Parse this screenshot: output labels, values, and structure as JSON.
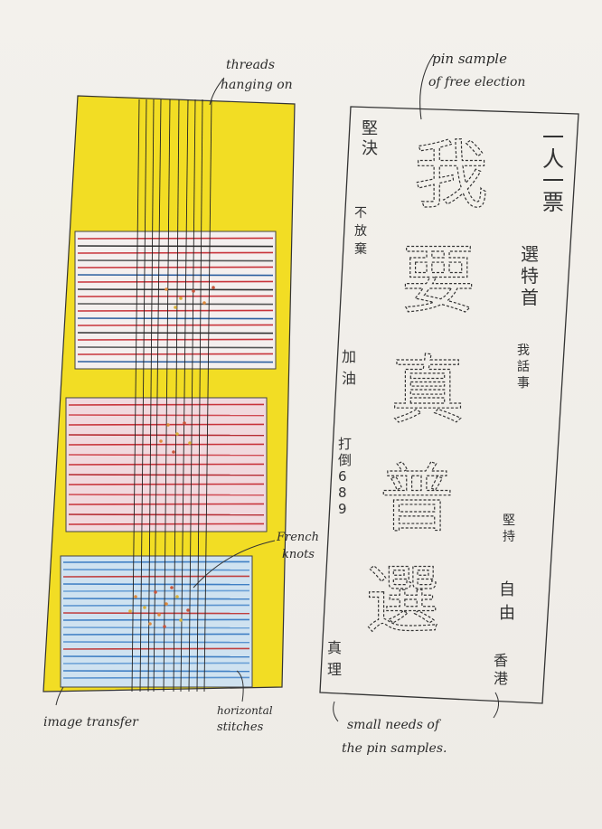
{
  "annotations": {
    "threads": [
      "threads",
      "hanging on"
    ],
    "pin_sample": [
      "pin sample",
      "of free election"
    ],
    "french_knots": [
      "French",
      "knots"
    ],
    "image_transfer": "image transfer",
    "horizontal_stitches": [
      "horizontal",
      "stitches"
    ],
    "small_needs": [
      "small needs of",
      "the pin samples."
    ]
  },
  "banner": {
    "main_chars": [
      "我",
      "要",
      "真",
      "普",
      "選"
    ],
    "right_top": [
      "一",
      "人",
      "一",
      "票"
    ],
    "right_mid1": [
      "選",
      "特",
      "首"
    ],
    "right_mid2": [
      "我",
      "話",
      "事"
    ],
    "right_low1": [
      "堅",
      "持"
    ],
    "right_low2": [
      "自",
      "由"
    ],
    "right_bottom": [
      "香",
      "港"
    ],
    "left_top": [
      "堅",
      "決"
    ],
    "left_mid1": [
      "不",
      "放",
      "棄"
    ],
    "left_mid2": [
      "加",
      "油"
    ],
    "left_mid3": [
      "打",
      "倒",
      "6",
      "8",
      "9"
    ],
    "left_bottom": [
      "真",
      "理"
    ]
  },
  "colors": {
    "yellow": "#f2dd24",
    "red_thread": "#c8333a",
    "blue_thread": "#3f7fc4",
    "pink_fill": "#f1d9de",
    "blue_fill": "#cfe2f0",
    "ink": "#2b2b2b"
  }
}
